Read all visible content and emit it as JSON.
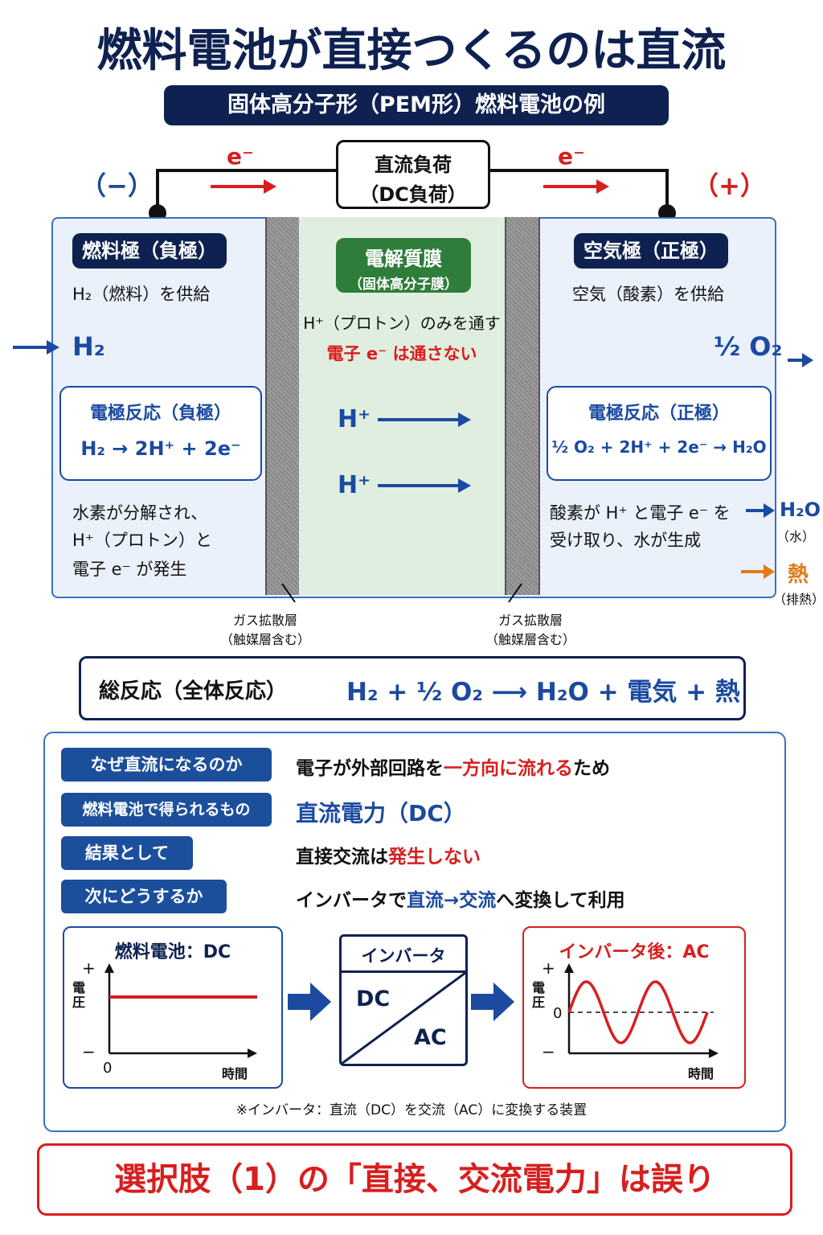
{
  "title": "燃料電池が直接つくるのは直流",
  "subtitle": "固体高分子形（PEM形）燃料電池の例",
  "circuit": {
    "load_line1": "直流負荷",
    "load_line2": "（DC負荷）",
    "minus": "（−）",
    "plus": "（+）",
    "electron": "e⁻"
  },
  "anode": {
    "label": "燃料極（負極）",
    "supply": "H₂（燃料）を供給",
    "input": "H₂",
    "reaction_title": "電極反応（負極）",
    "reaction": "H₂ → 2H⁺ + 2e⁻",
    "desc_line1": "水素が分解され、",
    "desc_line2": "H⁺（プロトン）と",
    "desc_line3": "電子 e⁻ が発生"
  },
  "membrane": {
    "label": "電解質膜",
    "sublabel": "（固体高分子膜）",
    "note1": "H⁺（プロトン）のみを通す",
    "note2": "電子 e⁻ は通さない",
    "proton": "H⁺"
  },
  "cathode": {
    "label": "空気極（正極）",
    "supply": "空気（酸素）を供給",
    "input": "½ O₂",
    "reaction_title": "電極反応（正極）",
    "reaction": "½ O₂ + 2H⁺ + 2e⁻ → H₂O",
    "desc_line1": "酸素が H⁺ と電子 e⁻ を",
    "desc_line2": "受け取り、水が生成",
    "out_water": "H₂O",
    "out_water_sub": "（水）",
    "out_heat": "熱",
    "out_heat_sub": "（排熱）"
  },
  "gdl": {
    "line1": "ガス拡散層",
    "line2": "（触媒層含む）"
  },
  "overall": {
    "label": "総反応（全体反応）",
    "equation": "H₂ + ½ O₂ ⟶ H₂O + 電気 + 熱"
  },
  "qa": [
    {
      "q": "なぜ直流になるのか",
      "a_pre": "電子が外部回路を",
      "a_hl": "一方向に流れる",
      "a_post": "ため"
    },
    {
      "q": "燃料電池で得られるもの",
      "a_pre": "",
      "a_hl": "直流電力（DC）",
      "a_post": ""
    },
    {
      "q": "結果として",
      "a_pre": "直接交流は",
      "a_hl": "発生しない",
      "a_post": ""
    },
    {
      "q": "次にどうするか",
      "a_pre": "インバータで",
      "a_hl": "直流→交流",
      "a_post": "へ変換して利用"
    }
  ],
  "graphs": {
    "dc_title": "燃料電池：DC",
    "inverter_title": "インバータ",
    "inv_dc": "DC",
    "inv_ac": "AC",
    "ac_title": "インバータ後：AC",
    "y_label": "電圧",
    "x_label": "時間",
    "plus": "+",
    "minus": "−",
    "zero": "0"
  },
  "footnote": "※インバータ：直流（DC）を交流（AC）に変換する装置",
  "conclusion": "選択肢（1）の「直接、交流電力」は誤り"
}
